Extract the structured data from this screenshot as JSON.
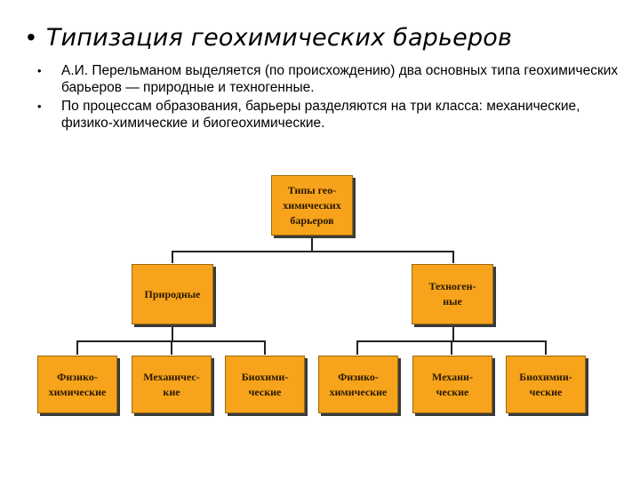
{
  "slide": {
    "title_bullet": "•",
    "title": "Типизация геохимических барьеров",
    "bullets": [
      {
        "marker": "•",
        "text": "А.И. Перельманом выделяется (по происхождению) два основных типа геохимических барьеров — природные и техногенные."
      },
      {
        "marker": "•",
        "text": "По процессам образования, барьеры разделяются на три класса: механические, физико-химические и биогеохимические."
      }
    ]
  },
  "diagram": {
    "root": "Типы гео-\nхимических\nбарьеров",
    "natural": "Природные",
    "technogenic": "Техноген-\nные",
    "natural_children": [
      "Физико-\nхимические",
      "Механичес-\nкие",
      "Биохими-\nческие"
    ],
    "technogenic_children": [
      "Физико-\nхимические",
      "Механи-\nческие",
      "Биохимии-\nческие"
    ],
    "colors": {
      "box_fill": "#f7a31b",
      "box_shadow": "#3a3a3a",
      "connector": "#222222"
    }
  }
}
